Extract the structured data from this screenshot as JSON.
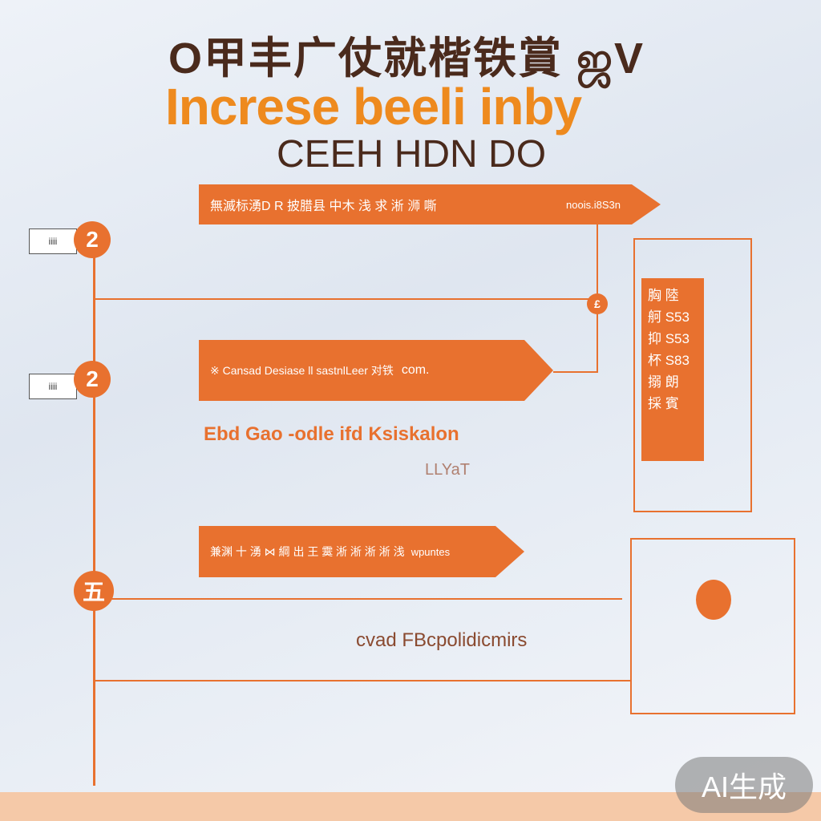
{
  "header": {
    "line1": "O甲丰广仗就楷铁賞 ஜV",
    "line2": "Increse beeli inby",
    "line3": "CEEH HDN DO"
  },
  "steps": [
    {
      "number": "2",
      "tag": "iiii",
      "arrow_text": "無滅标湧D R 披腊县 中木 浅 求 淅 浉 嘶",
      "arrow_suffix": "noois.i8S3n"
    },
    {
      "number": "2",
      "tag": "iiii",
      "arrow_text": "※ Cansad Desiase ll sastnlLeer 对铁",
      "arrow_suffix": "com."
    },
    {
      "number": "五",
      "tag": "",
      "arrow_text": "兼渊 十 湧 ⋈ 綱 出 王 霙 淅 淅 淅 淅 浅",
      "arrow_suffix": "wpuntes"
    }
  ],
  "mid_label": "Ebd Gao -odle ifd Ksiskalon",
  "mid_sublabel": "LLYaT",
  "lower_label": "cvad FBcpolidicmirs",
  "small_circle": "£",
  "panel_text": [
    "胸 陸",
    "舸 S53",
    "抑 S53",
    "杯 S83",
    "搦 朗",
    "採 賓"
  ],
  "watermark": "AI生成",
  "colors": {
    "accent": "#e8712f",
    "title_orange": "#ee8a1e",
    "title_brown": "#4a2a1c"
  }
}
